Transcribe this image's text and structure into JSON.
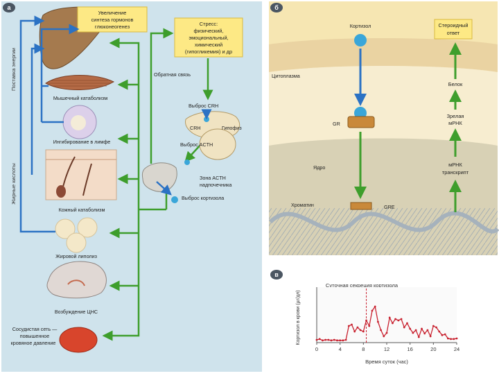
{
  "panel_a": {
    "badge": "а",
    "box_top": [
      "Увеличение",
      "синтеза гормонов",
      "глюконеогенез"
    ],
    "box_stress": [
      "Стресс:",
      "физический,",
      "эмоциональный,",
      "химический",
      "(гипогликемия) и др"
    ],
    "vert_energy": "Поставка энергии",
    "vert_fat": "Жирные кислоты",
    "feedback": "Обратная связь",
    "crh_release": "Выброс CRH",
    "crh": "CRH",
    "hypophysis": "Гипофиз",
    "acth_release": "Выброс ACTH",
    "acth_zone": [
      "Зона ACTH",
      "надпочечника"
    ],
    "cortisol_release": "Выброс кортизола",
    "muscle": "Мышечный катаболизм",
    "immune": "Ингибирование в лимфе",
    "skin": "Кожный катаболизм",
    "lipolysis": "Жировой липолиз",
    "cns": "Возбуждение ЦНС",
    "vascular": [
      "Сосудистая сеть —",
      "повышенное",
      "кровяное давление"
    ]
  },
  "panel_b": {
    "badge": "б",
    "cortisol": "Кортизол",
    "steroid_response": [
      "Стероидный",
      "ответ"
    ],
    "cytoplasm": "Цитоплазма",
    "gr": "GR",
    "nucleus": "Ядро",
    "chromatin": "Хроматин",
    "gre": "GRE",
    "protein": "Белок",
    "mature_mrna": [
      "Зрелая",
      "мРНК"
    ],
    "mrna_transcript": [
      "мРНК",
      "транскрипт"
    ]
  },
  "panel_c": {
    "badge": "в",
    "colors": {
      "line": "#c8202e",
      "dash": "#c8202e"
    },
    "chart_data": {
      "type": "line",
      "title": "Суточная секреция кортизола",
      "xlabel": "Время суток (час)",
      "ylabel": "Кортизол в крови (µг/дл)",
      "xlim": [
        0,
        24
      ],
      "ylim": [
        0,
        20
      ],
      "xticks": [
        "0",
        "4",
        "8",
        "12",
        "16",
        "20",
        "24"
      ],
      "marker_x": 8.5,
      "x": [
        0,
        0.5,
        1,
        1.5,
        2,
        2.5,
        3,
        3.5,
        4,
        4.5,
        5,
        5.5,
        6,
        6.5,
        7,
        7.5,
        8,
        8.5,
        9,
        9.5,
        10,
        10.5,
        11,
        11.5,
        12,
        12.5,
        13,
        13.5,
        14,
        14.5,
        15,
        15.5,
        16,
        16.5,
        17,
        17.5,
        18,
        18.5,
        19,
        19.5,
        20,
        20.5,
        21,
        21.5,
        22,
        22.5,
        23,
        23.5,
        24
      ],
      "y": [
        1,
        1.3,
        0.8,
        1,
        1,
        0.8,
        1,
        0.8,
        0.8,
        0.8,
        1,
        6,
        6.5,
        4,
        5.5,
        4.5,
        4,
        8,
        6,
        11.5,
        13,
        7.5,
        4.5,
        2.3,
        3.5,
        9,
        7,
        8.5,
        8,
        8.5,
        5.5,
        7,
        5,
        3.5,
        4.5,
        2,
        5,
        3.3,
        4.5,
        2.3,
        6,
        5.5,
        4,
        2.7,
        3,
        1.5,
        1.3,
        1.3,
        1.5
      ]
    }
  }
}
